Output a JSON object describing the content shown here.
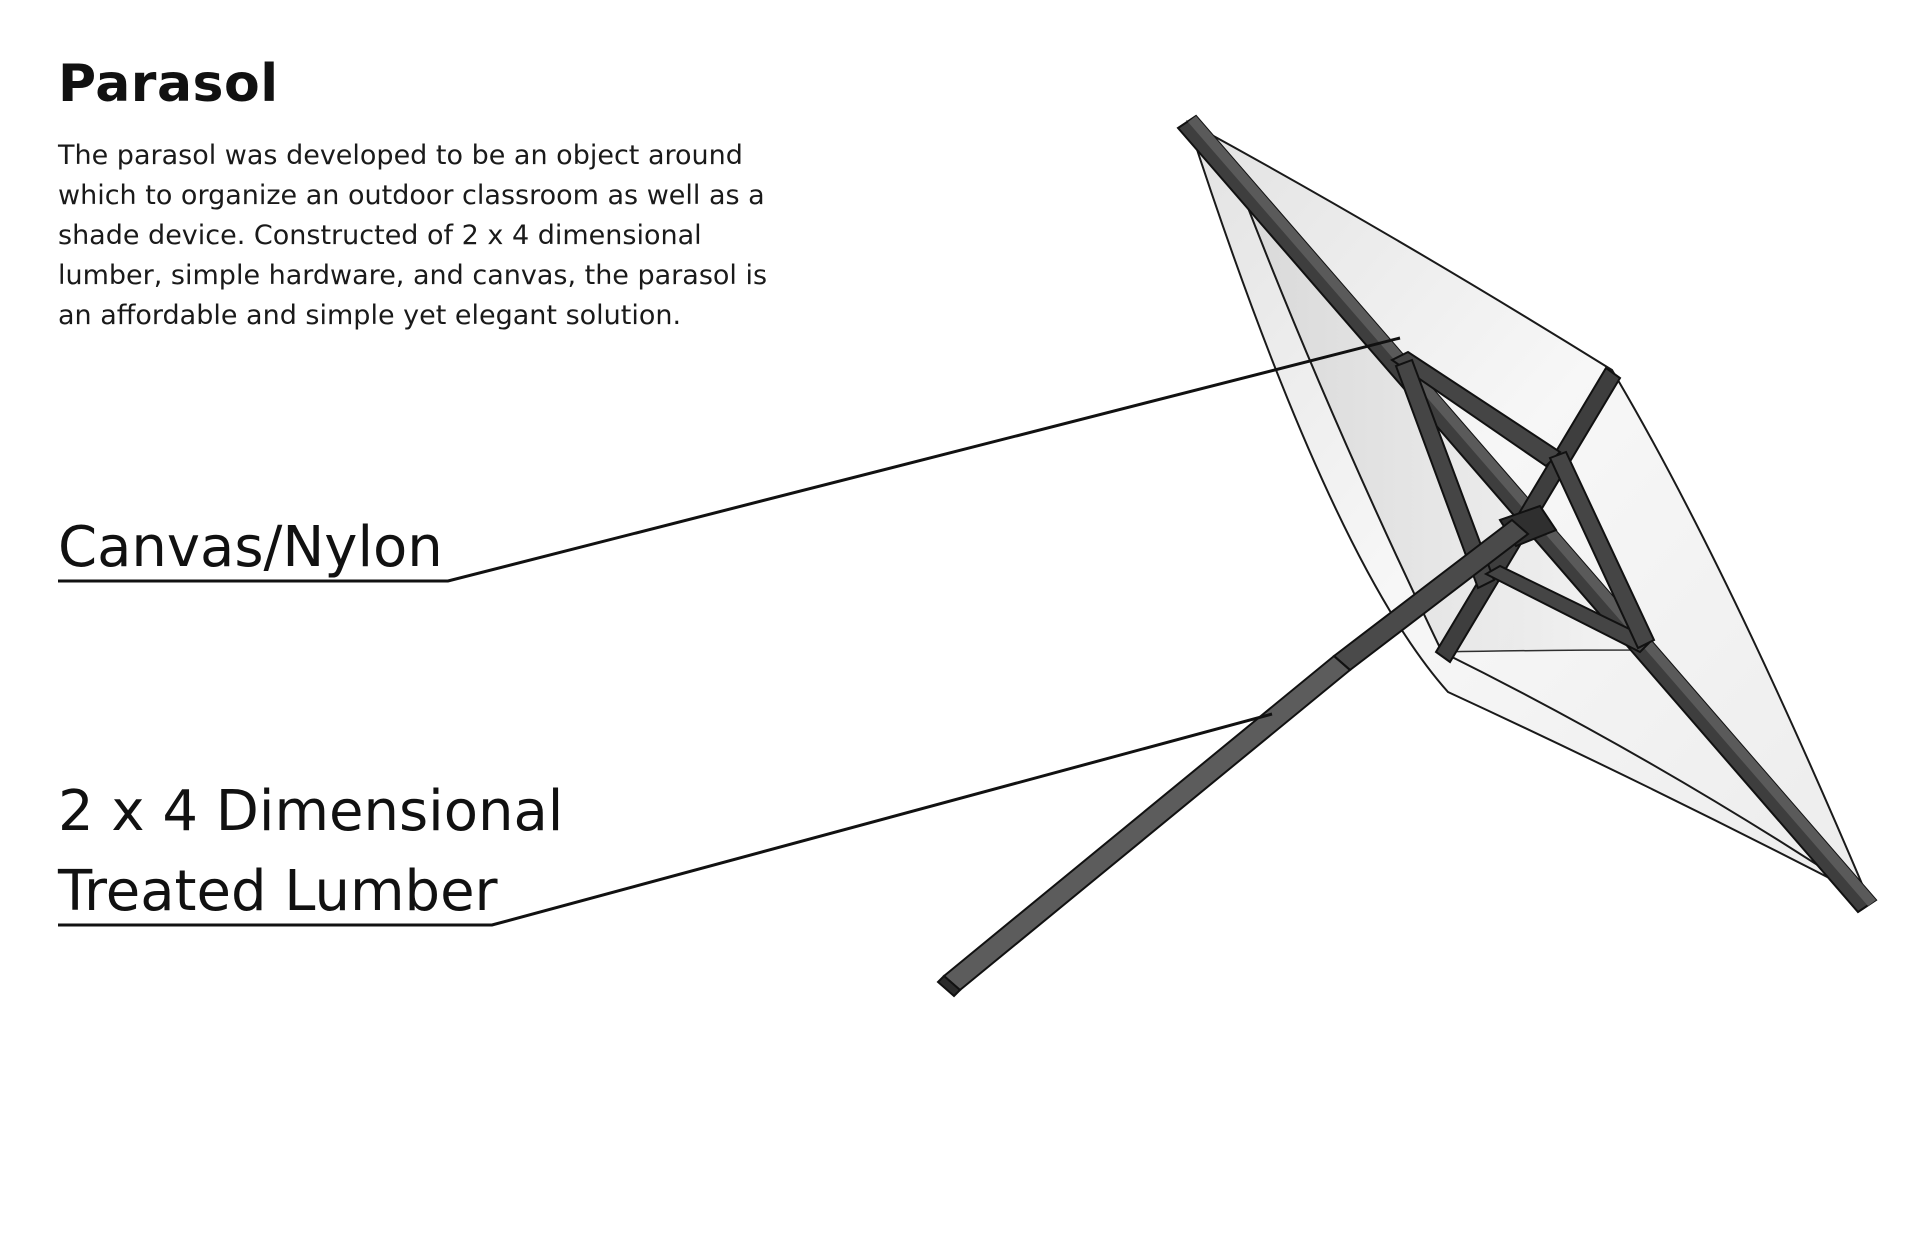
{
  "heading": {
    "title": "Parasol",
    "description": "The parasol was developed to be an object around which to organize an outdoor classroom as well as a shade device. Constructed of 2 x 4 dimensional lumber, simple hardware, and canvas, the parasol is an affordable and simple yet elegant solution."
  },
  "callouts": {
    "canvas": {
      "label": "Canvas/Nylon"
    },
    "lumber": {
      "line1": "2 x 4 Dimensional",
      "line2": "Treated Lumber"
    }
  },
  "colors": {
    "text": "#111111",
    "wood": "#4a4a4a",
    "wood_dark": "#2b2b2b",
    "wood_light": "#6b6b6b",
    "canopy": "#f1f1f1",
    "canopy_shade": "#dcdcdc",
    "leader_line": "#111111"
  }
}
